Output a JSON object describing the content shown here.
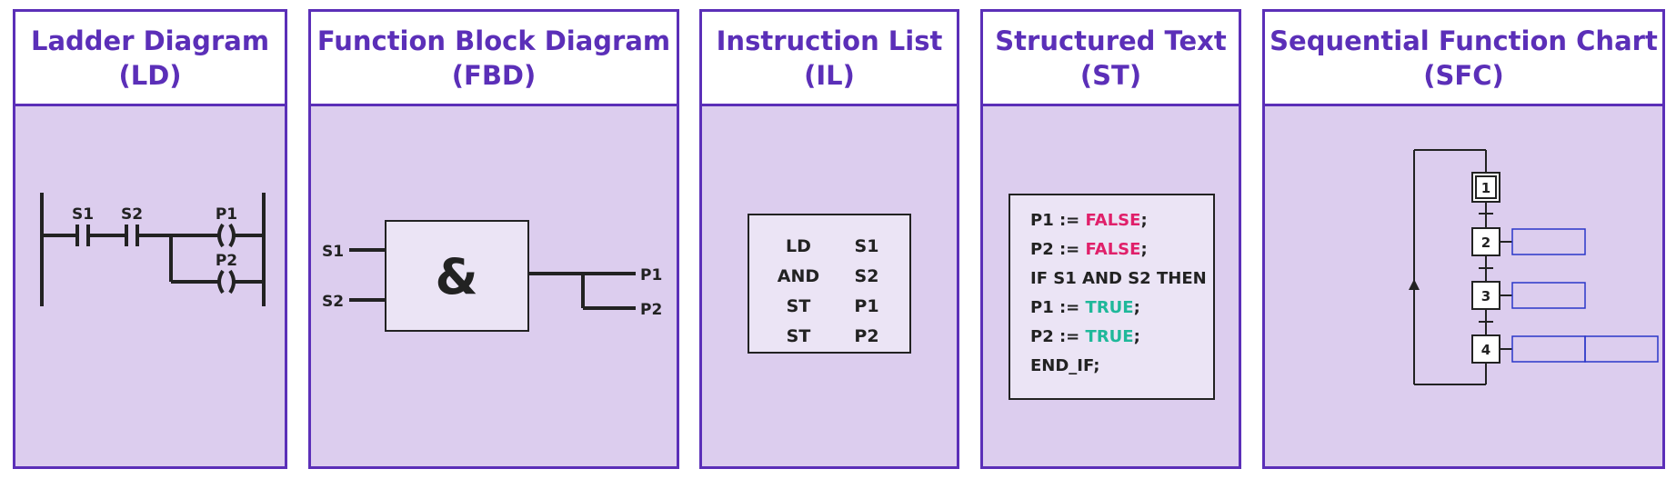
{
  "panels": [
    {
      "title": "Ladder Diagram",
      "abbr": "(LD)"
    },
    {
      "title": "Function Block Diagram",
      "abbr": "(FBD)"
    },
    {
      "title": "Instruction List",
      "abbr": "(IL)"
    },
    {
      "title": "Structured Text",
      "abbr": "(ST)"
    },
    {
      "title": "Sequential Function Chart",
      "abbr": "(SFC)"
    }
  ],
  "ladder": {
    "contact1": "S1",
    "contact2": "S2",
    "coil1": "P1",
    "coil2": "P2"
  },
  "fbd": {
    "input1": "S1",
    "input2": "S2",
    "operator": "&",
    "output1": "P1",
    "output2": "P2"
  },
  "il": {
    "rows": [
      {
        "op": "LD",
        "operand": "S1"
      },
      {
        "op": "AND",
        "operand": "S2"
      },
      {
        "op": "ST",
        "operand": "P1"
      },
      {
        "op": "ST",
        "operand": "P2"
      }
    ]
  },
  "st": {
    "line1_var": "P1 :=",
    "line1_val": "FALSE",
    "line1_end": ";",
    "line2_var": "P2 :=",
    "line2_val": "FALSE",
    "line2_end": ";",
    "line3": "IF S1 AND S2 THEN",
    "line4_var": "P1 :=",
    "line4_val": "TRUE",
    "line4_end": ";",
    "line5_var": "P2 :=",
    "line5_val": "TRUE",
    "line5_end": ";",
    "line6": "END_IF;"
  },
  "sfc": {
    "step1": "1",
    "step2": "2",
    "step3": "3",
    "step4": "4"
  },
  "colors": {
    "accent": "#5b2fb8",
    "panel_bg": "#dccdee",
    "false": "#e0206a",
    "true": "#1fb89a",
    "action_box": "#2a36c8"
  }
}
